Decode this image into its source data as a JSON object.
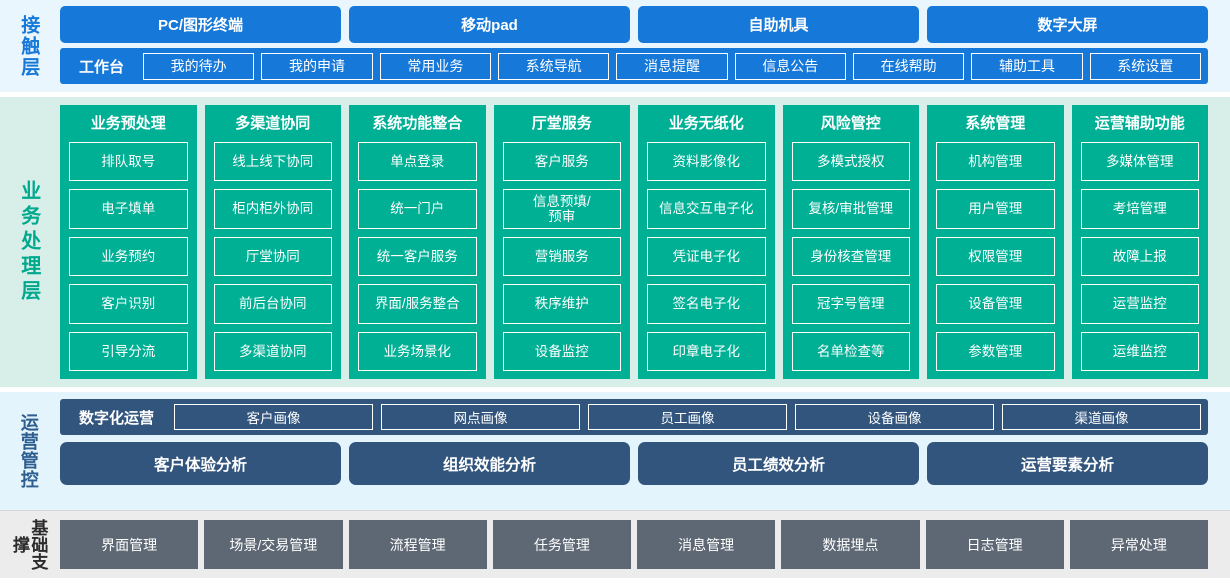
{
  "layers": {
    "contact": {
      "label": "接触层",
      "accent": "#1678d8",
      "channels": [
        "PC/图形终端",
        "移动pad",
        "自助机具",
        "数字大屏"
      ],
      "workbench_title": "工作台",
      "workbench_items": [
        "我的待办",
        "我的申请",
        "常用业务",
        "系统导航",
        "消息提醒",
        "信息公告",
        "在线帮助",
        "辅助工具",
        "系统设置"
      ]
    },
    "business": {
      "label": "业务处理层",
      "accent": "#00b095",
      "columns": [
        {
          "title": "业务预处理",
          "items": [
            "排队取号",
            "电子填单",
            "业务预约",
            "客户识别",
            "引导分流"
          ]
        },
        {
          "title": "多渠道协同",
          "items": [
            "线上线下协同",
            "柜内柜外协同",
            "厅堂协同",
            "前后台协同",
            "多渠道协同"
          ]
        },
        {
          "title": "系统功能整合",
          "items": [
            "单点登录",
            "统一门户",
            "统一客户服务",
            "界面/服务整合",
            "业务场景化"
          ]
        },
        {
          "title": "厅堂服务",
          "items": [
            "客户服务",
            "信息预填/\n预审",
            "营销服务",
            "秩序维护",
            "设备监控"
          ]
        },
        {
          "title": "业务无纸化",
          "items": [
            "资料影像化",
            "信息交互电子化",
            "凭证电子化",
            "签名电子化",
            "印章电子化"
          ]
        },
        {
          "title": "风险管控",
          "items": [
            "多模式授权",
            "复核/审批管理",
            "身份核查管理",
            "冠字号管理",
            "名单检查等"
          ]
        },
        {
          "title": "系统管理",
          "items": [
            "机构管理",
            "用户管理",
            "权限管理",
            "设备管理",
            "参数管理"
          ]
        },
        {
          "title": "运营辅助功能",
          "items": [
            "多媒体管理",
            "考培管理",
            "故障上报",
            "运营监控",
            "运维监控"
          ]
        }
      ]
    },
    "operations": {
      "label": "运营管控",
      "accent": "#32557e",
      "digital_ops_title": "数字化运营",
      "portraits": [
        "客户画像",
        "网点画像",
        "员工画像",
        "设备画像",
        "渠道画像"
      ],
      "analysis": [
        "客户体验分析",
        "组织效能分析",
        "员工绩效分析",
        "运营要素分析"
      ]
    },
    "foundation": {
      "label": "基础支撑",
      "accent": "#5e6875",
      "items": [
        "界面管理",
        "场景/交易管理",
        "流程管理",
        "任务管理",
        "消息管理",
        "数据埋点",
        "日志管理",
        "异常处理"
      ]
    }
  }
}
